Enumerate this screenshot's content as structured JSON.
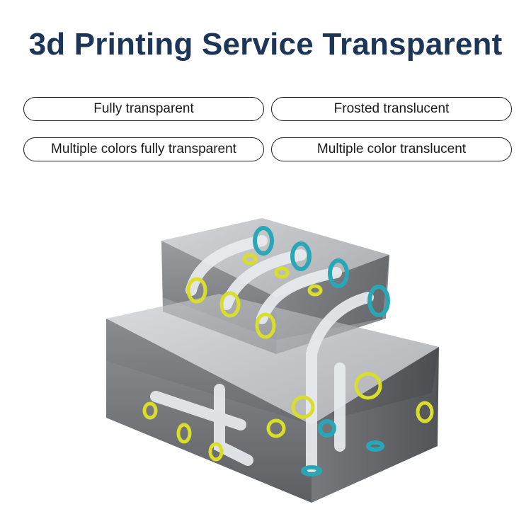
{
  "header": {
    "title": "3d Printing Service Transparent"
  },
  "options": [
    {
      "label": "Fully transparent"
    },
    {
      "label": "Frosted translucent"
    },
    {
      "label": "Multiple colors fully transparent"
    },
    {
      "label": "Multiple color translucent"
    }
  ],
  "product_image": {
    "icon": "transparent-manifold-block-icon",
    "colors": {
      "resin": "#6b6d70",
      "tube": "#e8ecef",
      "ring_yellow": "#d9de2a",
      "ring_blue": "#2aa7b7"
    }
  }
}
